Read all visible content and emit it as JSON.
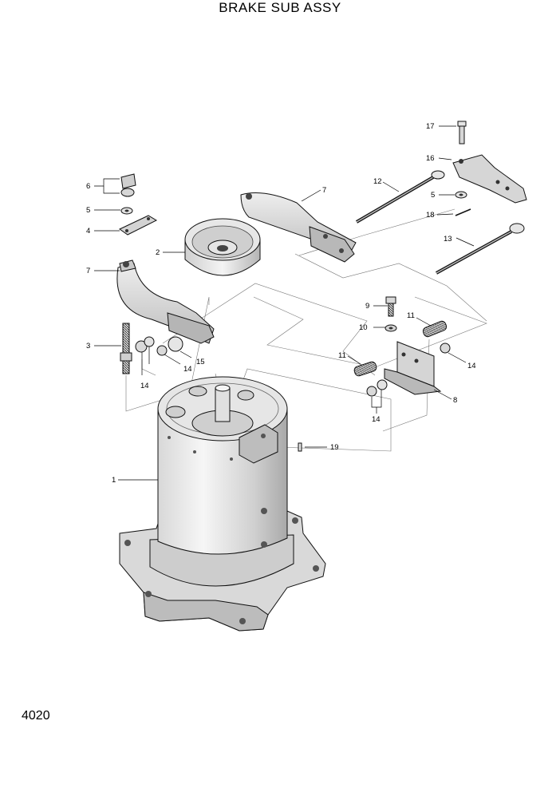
{
  "title": "BRAKE SUB ASSY",
  "page_number": "4020",
  "callouts": {
    "c1": "1",
    "c2": "2",
    "c3": "3",
    "c4": "4",
    "c5a": "5",
    "c5b": "5",
    "c6": "6",
    "c7a": "7",
    "c7b": "7",
    "c8": "8",
    "c9": "9",
    "c10": "10",
    "c11a": "11",
    "c11b": "11",
    "c12": "12",
    "c13": "13",
    "c14a": "14",
    "c14b": "14",
    "c14c": "14",
    "c14d": "14",
    "c15": "15",
    "c16": "16",
    "c17": "17",
    "c18": "18",
    "c19": "19"
  }
}
